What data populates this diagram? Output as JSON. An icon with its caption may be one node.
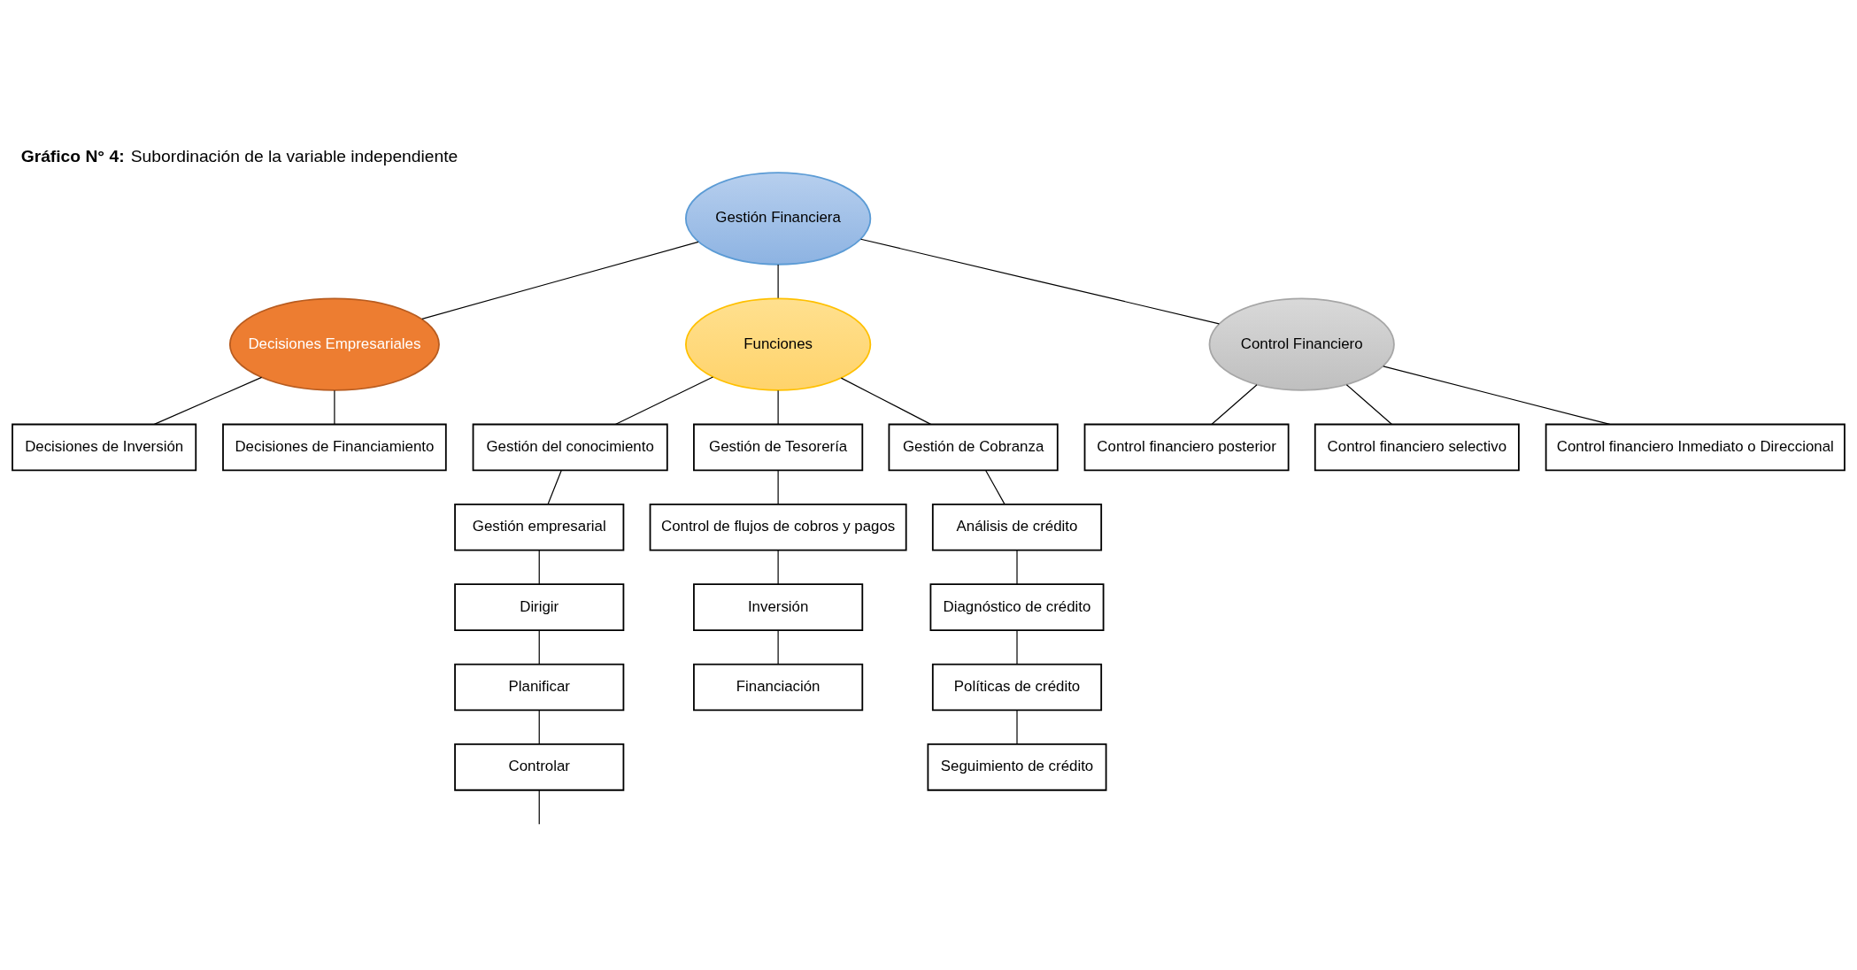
{
  "diagram": {
    "title": "**Gráfico N° 4:** Subordinación de la variable independiente",
    "nodes": [
      {
        "text": [
          "Gestión Financiera"
        ]
      },
      {
        "text": [
          "Decisiones Empresariales"
        ]
      },
      {
        "text": [
          "Funciones"
        ]
      },
      {
        "text": [
          "Control Financiero"
        ]
      },
      {
        "text": [
          "Decisiones de Inversión"
        ]
      },
      {
        "text": [
          "Decisiones de Financiamiento"
        ]
      },
      {
        "text": [
          "Gestión del conocimiento"
        ]
      },
      {
        "text": [
          "Gestión de Tesorería"
        ]
      },
      {
        "text": [
          "Gestión de Cobranza"
        ]
      },
      {
        "text": [
          "Gestión empresarial"
        ]
      },
      {
        "text": [
          "Dirigir"
        ]
      },
      {
        "text": [
          "Planificar"
        ]
      },
      {
        "text": [
          "Controlar"
        ]
      },
      {
        "text": [
          "Control de flujos de cobros y pagos"
        ]
      },
      {
        "text": [
          "Inversión"
        ]
      },
      {
        "text": [
          "Financiación"
        ]
      },
      {
        "text": [
          "Análisis de crédito"
        ]
      },
      {
        "text": [
          "Diagnóstico de crédito"
        ]
      },
      {
        "text": [
          "Políticas de crédito"
        ]
      },
      {
        "text": [
          "Seguimiento de crédito"
        ]
      },
      {
        "text": [
          "Control financiero posterior"
        ]
      },
      {
        "text": [
          "Control financiero selectivo"
        ]
      },
      {
        "text": [
          "Control financiero Inmediato o Direccional"
        ]
      }
    ],
    "edges": [
      {
        "from": 0,
        "to": 1,
        "arrow": "none"
      },
      {
        "from": 0,
        "to": 2,
        "arrow": "none"
      },
      {
        "from": 0,
        "to": 3,
        "arrow": "none"
      },
      {
        "from": 1,
        "to": 4,
        "arrow": "none"
      },
      {
        "from": 1,
        "to": 5,
        "arrow": "none"
      },
      {
        "from": 2,
        "to": 6,
        "arrow": "none"
      },
      {
        "from": 2,
        "to": 7,
        "arrow": "none"
      },
      {
        "from": 2,
        "to": 8,
        "arrow": "none"
      },
      {
        "from": 6,
        "to": 9,
        "arrow": "none"
      },
      {
        "from": 9,
        "to": 10,
        "arrow": "none"
      },
      {
        "from": 10,
        "to": 11,
        "arrow": "none"
      },
      {
        "from": 11,
        "to": 12,
        "arrow": "none"
      },
      {
        "from": 12,
        "to": null,
        "arrow": "none"
      },
      {
        "from": 7,
        "to": 13,
        "arrow": "none"
      },
      {
        "from": 13,
        "to": 14,
        "arrow": "none"
      },
      {
        "from": 14,
        "to": 15,
        "arrow": "none"
      },
      {
        "from": 8,
        "to": 16,
        "arrow": "none"
      },
      {
        "from": 16,
        "to": 17,
        "arrow": "none"
      },
      {
        "from": 17,
        "to": 18,
        "arrow": "none"
      },
      {
        "from": 18,
        "to": 19,
        "arrow": "none"
      },
      {
        "from": 3,
        "to": 20,
        "arrow": "none"
      },
      {
        "from": 3,
        "to": 21,
        "arrow": "none"
      },
      {
        "from": 3,
        "to": 22,
        "arrow": "none"
      }
    ]
  }
}
